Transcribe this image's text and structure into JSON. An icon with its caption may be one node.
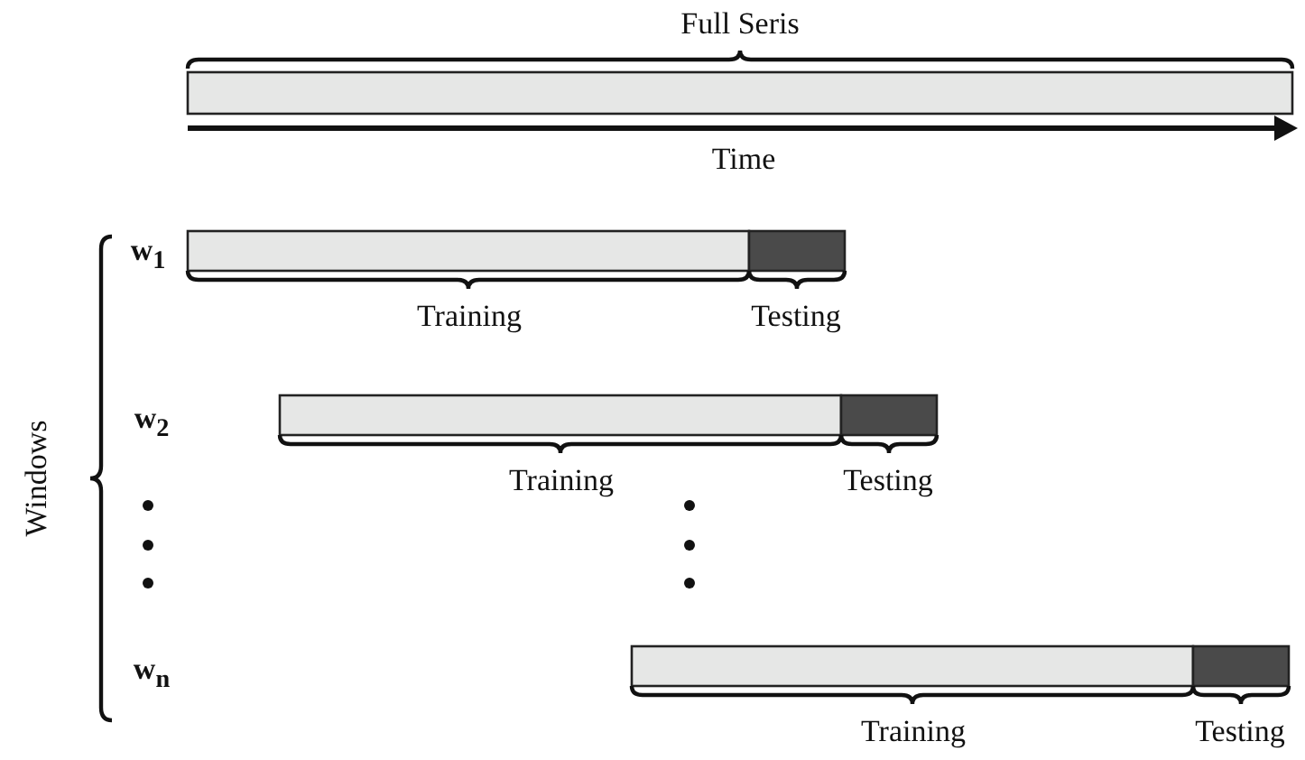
{
  "diagram": {
    "nodes": [
      {
        "text": [],
        "shape": "bar"
      },
      {
        "text": [],
        "shape": "bar"
      },
      {
        "text": [],
        "shape": "bar"
      },
      {
        "text": [],
        "shape": "bar"
      },
      {
        "text": [],
        "shape": "bar"
      },
      {
        "text": [],
        "shape": "bar"
      },
      {
        "text": [],
        "shape": "bar"
      }
    ],
    "labels": [
      "Full Seris",
      "Time",
      "w$_{1}$",
      "Training",
      "Testing",
      "w$_{2}$",
      "Training",
      "Testing",
      "w$_{n}$",
      "Training",
      "Testing",
      "Windows"
    ]
  }
}
